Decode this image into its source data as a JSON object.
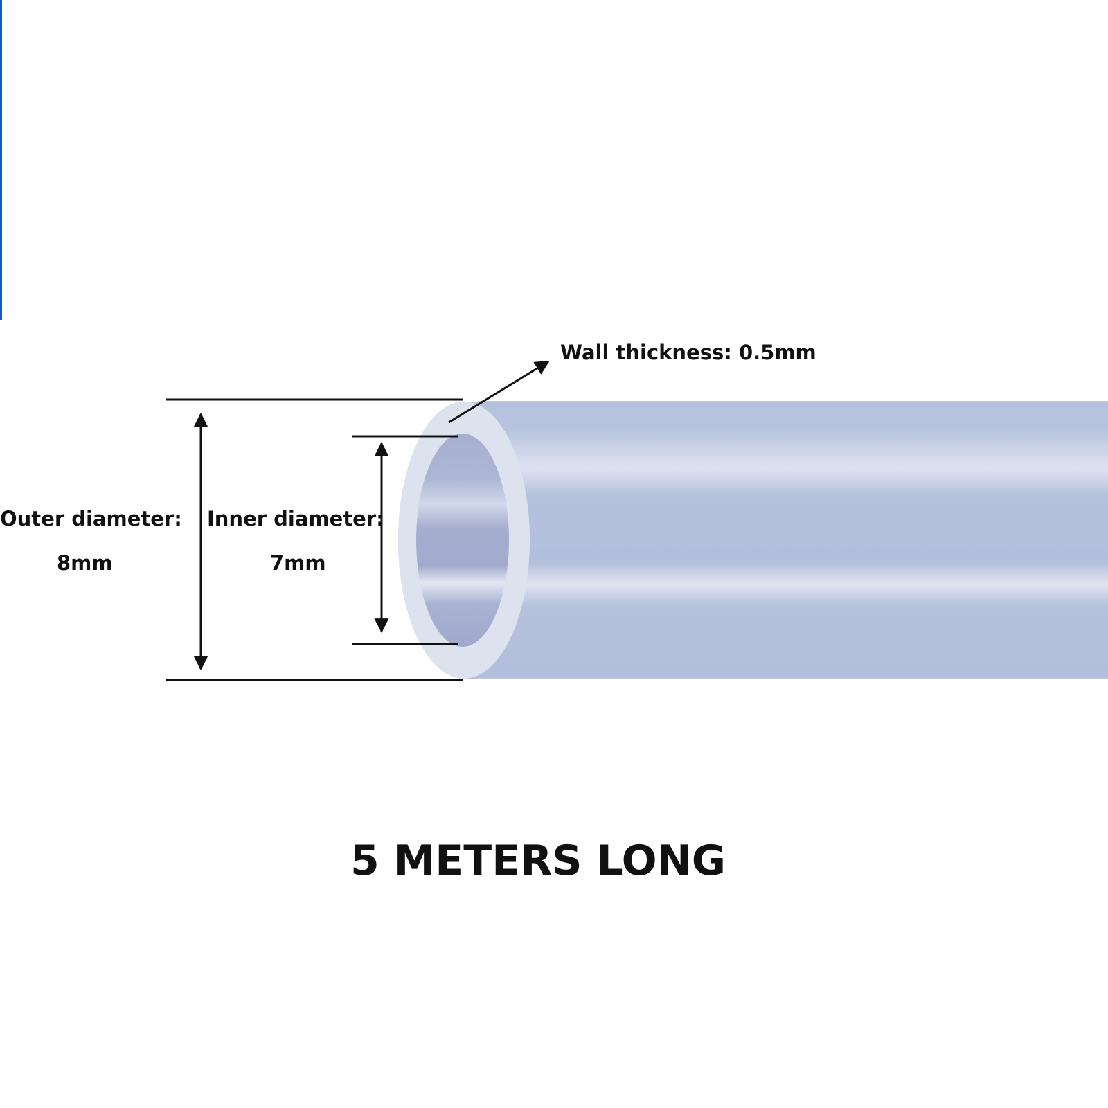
{
  "annotations": {
    "wall_thickness": "Wall thickness: 0.5mm",
    "outer_diameter_label": "Outer diameter:",
    "outer_diameter_value": "8mm",
    "inner_diameter_label": "Inner diameter:",
    "inner_diameter_value": "7mm"
  },
  "length_caption": "5 METERS LONG",
  "colors": {
    "tube_body": "#b3bfdc",
    "tube_highlight": "#dfe4f0",
    "tube_rim": "#dde2ef",
    "tube_bore": "#a3acce",
    "edge_accent": "#1f56c4",
    "text": "#111111"
  }
}
